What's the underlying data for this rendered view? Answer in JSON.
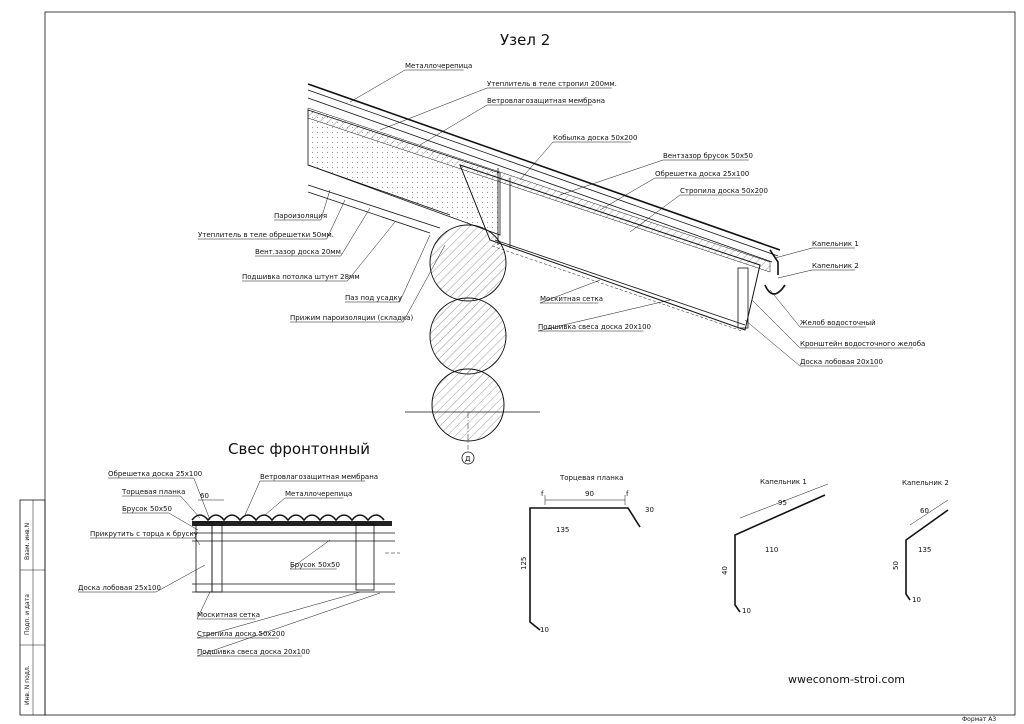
{
  "drawing": {
    "node_title": "Узел 2",
    "eave_title": "Свес фронтонный",
    "website": "wweconom-stroi.com",
    "format": "Формат А3",
    "side_stamp": [
      "Взам. инв.N",
      "Подп. и дата",
      "Инв. N подл."
    ]
  },
  "node_callouts": [
    "Металлочерепица",
    "Утеплитель в теле стропил 200мм.",
    "Ветровлагозащитная мембрана",
    "Кобылка доска 50х200",
    "Вентзазор брусок 50х50",
    "Обрешетка доска 25х100",
    "Стропила доска 50х200",
    "Пароизоляция",
    "Утеплитель в теле обрешетки 50мм.",
    "Вент.зазор доска 20мм.",
    "Подшивка потолка штунт 28мм",
    "Паз под усадку",
    "Прижим пароизоляции (складка)",
    "Москитная сетка",
    "Подшивка свеса доска 20х100",
    "Капельник 1",
    "Капельник 2",
    "Желоб водосточный",
    "Кронштейн водосточного желоба",
    "Доска лобовая 20х100"
  ],
  "eave_callouts": [
    "Обрешетка доска 25х100",
    "Торцевая планка",
    "Брусок 50х50",
    "Прикрутить с торца к бруску",
    "Доска лобовая 25х100",
    "Ветровлагозащитная мембрана",
    "Металлочерепица",
    "Брусок 50х50",
    "Москитная сетка",
    "Стропила доска 50х200",
    "Подшивка свеса доска 20х100"
  ],
  "eave_dims": {
    "overhang": "60"
  },
  "profiles": [
    {
      "title": "Торцевая планка",
      "dims": [
        "90",
        "125",
        "30",
        "10",
        "135",
        "f",
        "f"
      ]
    },
    {
      "title": "Капельник 1",
      "dims": [
        "95",
        "40",
        "110",
        "10"
      ]
    },
    {
      "title": "Капельник 2",
      "dims": [
        "60",
        "50",
        "135",
        "10"
      ]
    }
  ],
  "axis_label": "Д"
}
